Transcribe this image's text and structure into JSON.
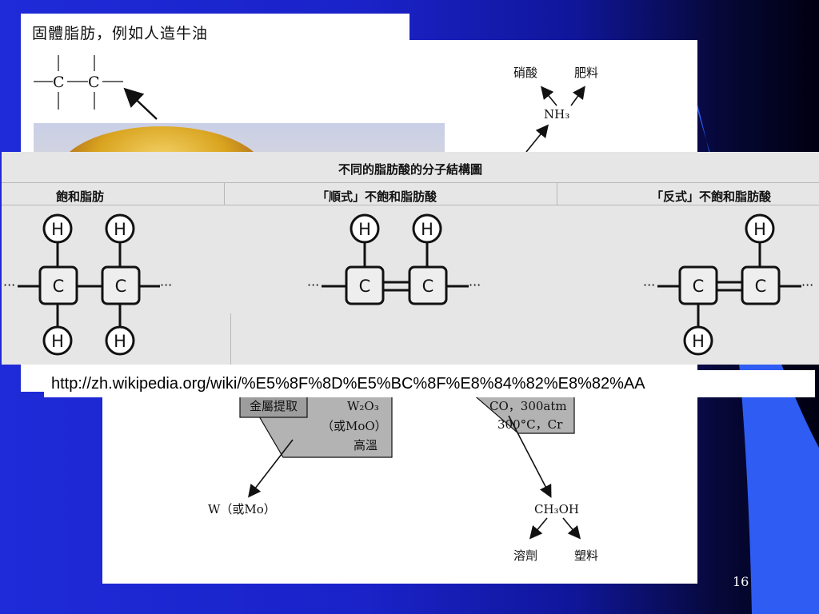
{
  "slide": {
    "page_number": "16"
  },
  "back_diagram": {
    "labels": {
      "nitric_acid": "硝酸",
      "fertilizer_top": "肥料",
      "nh3": "NH₃",
      "metal_extraction": "金屬提取",
      "w2o3": "W₂O₃",
      "or_moo": "（或MoO）",
      "high_temp": "高溫",
      "co_conditions": "CO，300atm",
      "temp_catalyst": "300°C，Cr",
      "w_or_mo": "W（或Mo）",
      "ch3oh": "CH₃OH",
      "solvent": "溶劑",
      "plastic": "塑料"
    }
  },
  "fat_panel": {
    "title": "固體脂肪，例如人造牛油",
    "carbon_label": "C"
  },
  "table": {
    "title": "不同的脂肪酸的分子結構圖",
    "columns": [
      "飽和脂肪",
      "「順式」不飽和脂肪酸",
      "「反式」不飽和脂肪酸"
    ],
    "atom_h": "H",
    "atom_c": "C"
  },
  "url": "http://zh.wikipedia.org/wiki/%E5%8F%8D%E5%BC%8F%E8%84%82%E8%82%AA"
}
